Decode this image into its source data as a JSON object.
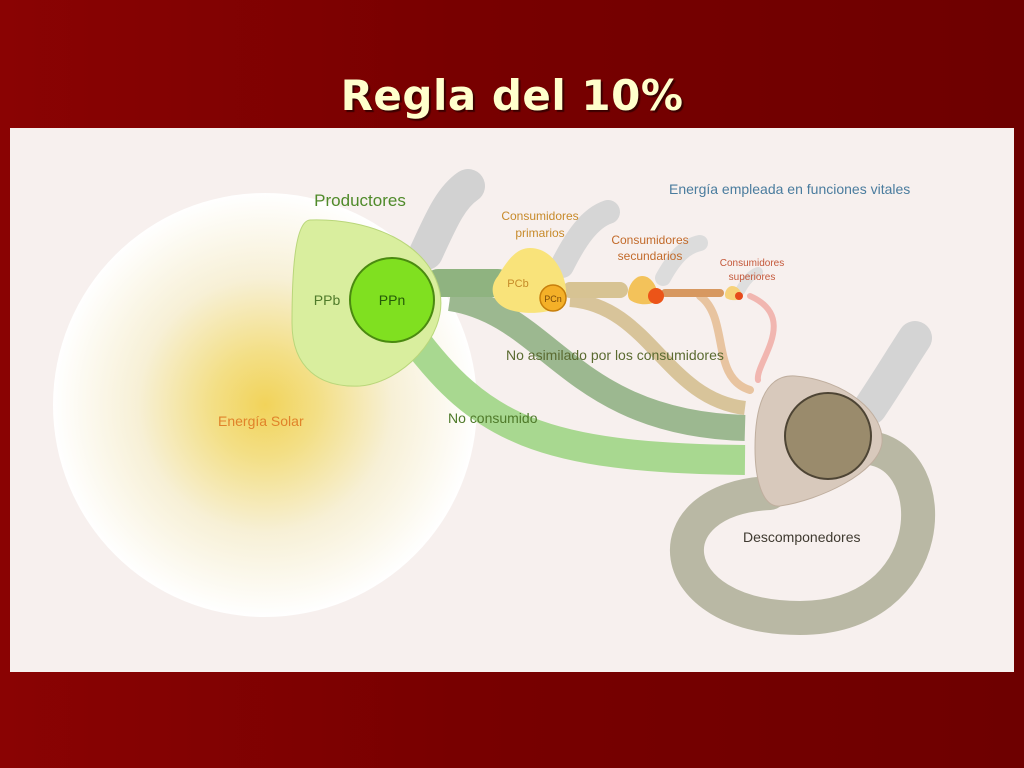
{
  "slide": {
    "title": "Regla del 10%"
  },
  "diagram": {
    "labels": {
      "productores": "Productores",
      "ppb": "PPb",
      "ppn": "PPn",
      "consumidores_primarios_1": "Consumidores",
      "consumidores_primarios_2": "primarios",
      "pcb": "PCb",
      "pcn": "PCn",
      "consumidores_secundarios_1": "Consumidores",
      "consumidores_secundarios_2": "secundarios",
      "consumidores_superiores_1": "Consumidores",
      "consumidores_superiores_2": "superiores",
      "energia_empleada": "Energía empleada en funciones vitales",
      "no_asimilado": "No asimilado por los consumidores",
      "no_consumido": "No consumido",
      "energia_solar": "Energía Solar",
      "descomponedores": "Descomponedores"
    },
    "colors": {
      "background": "#7a0000",
      "title": "#ffffcc",
      "panel": "#f7f0ee",
      "producers": "#d9ee9e",
      "ppn": "#80e020",
      "primary_consumers": "#f9e37a",
      "secondary_consumers": "#f3b648",
      "decomposers": "#d8c9bc",
      "decomposer_core": "#9a8b6c",
      "respiration": "#cfcfcf",
      "not_consumed": "#a8d890",
      "not_assimilated": "#9cb890",
      "label_orange": "#e0832a",
      "label_green": "#4f8a2a",
      "label_blue": "#4a7c9e"
    }
  }
}
